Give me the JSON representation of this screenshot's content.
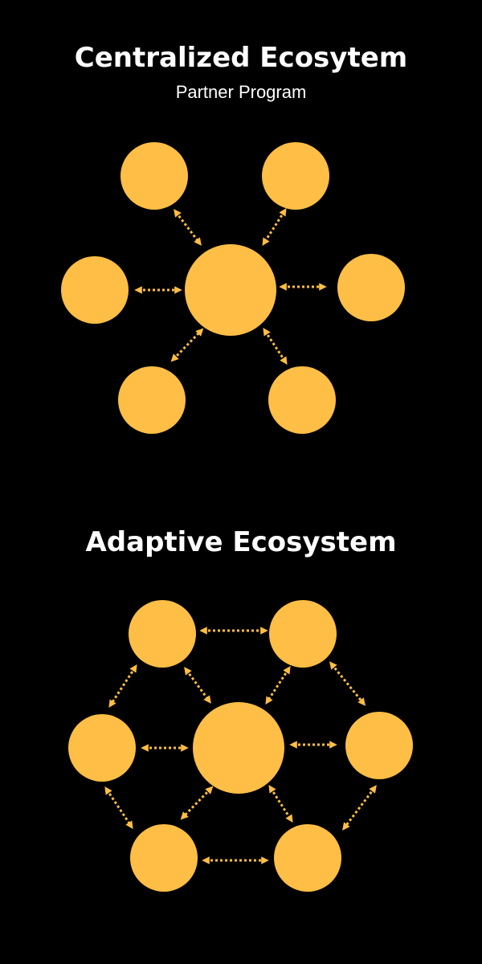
{
  "colors": {
    "background": "#000000",
    "node": "#FFBE45",
    "arrow": "#FFBE45",
    "text": "#FFFFFF"
  },
  "centralized": {
    "title": "Centralized Ecosytem",
    "subtitle": "Partner Program",
    "structure": "hub-and-spoke",
    "hub_nodes": 1,
    "outer_nodes": 6,
    "connections": "hub-to-each-outer-node, bidirectional"
  },
  "adaptive": {
    "title": "Adaptive Ecosystem",
    "structure": "hub-and-ring",
    "hub_nodes": 1,
    "outer_nodes": 6,
    "connections": "hub-to-each-outer-node and between adjacent outer nodes, bidirectional"
  }
}
